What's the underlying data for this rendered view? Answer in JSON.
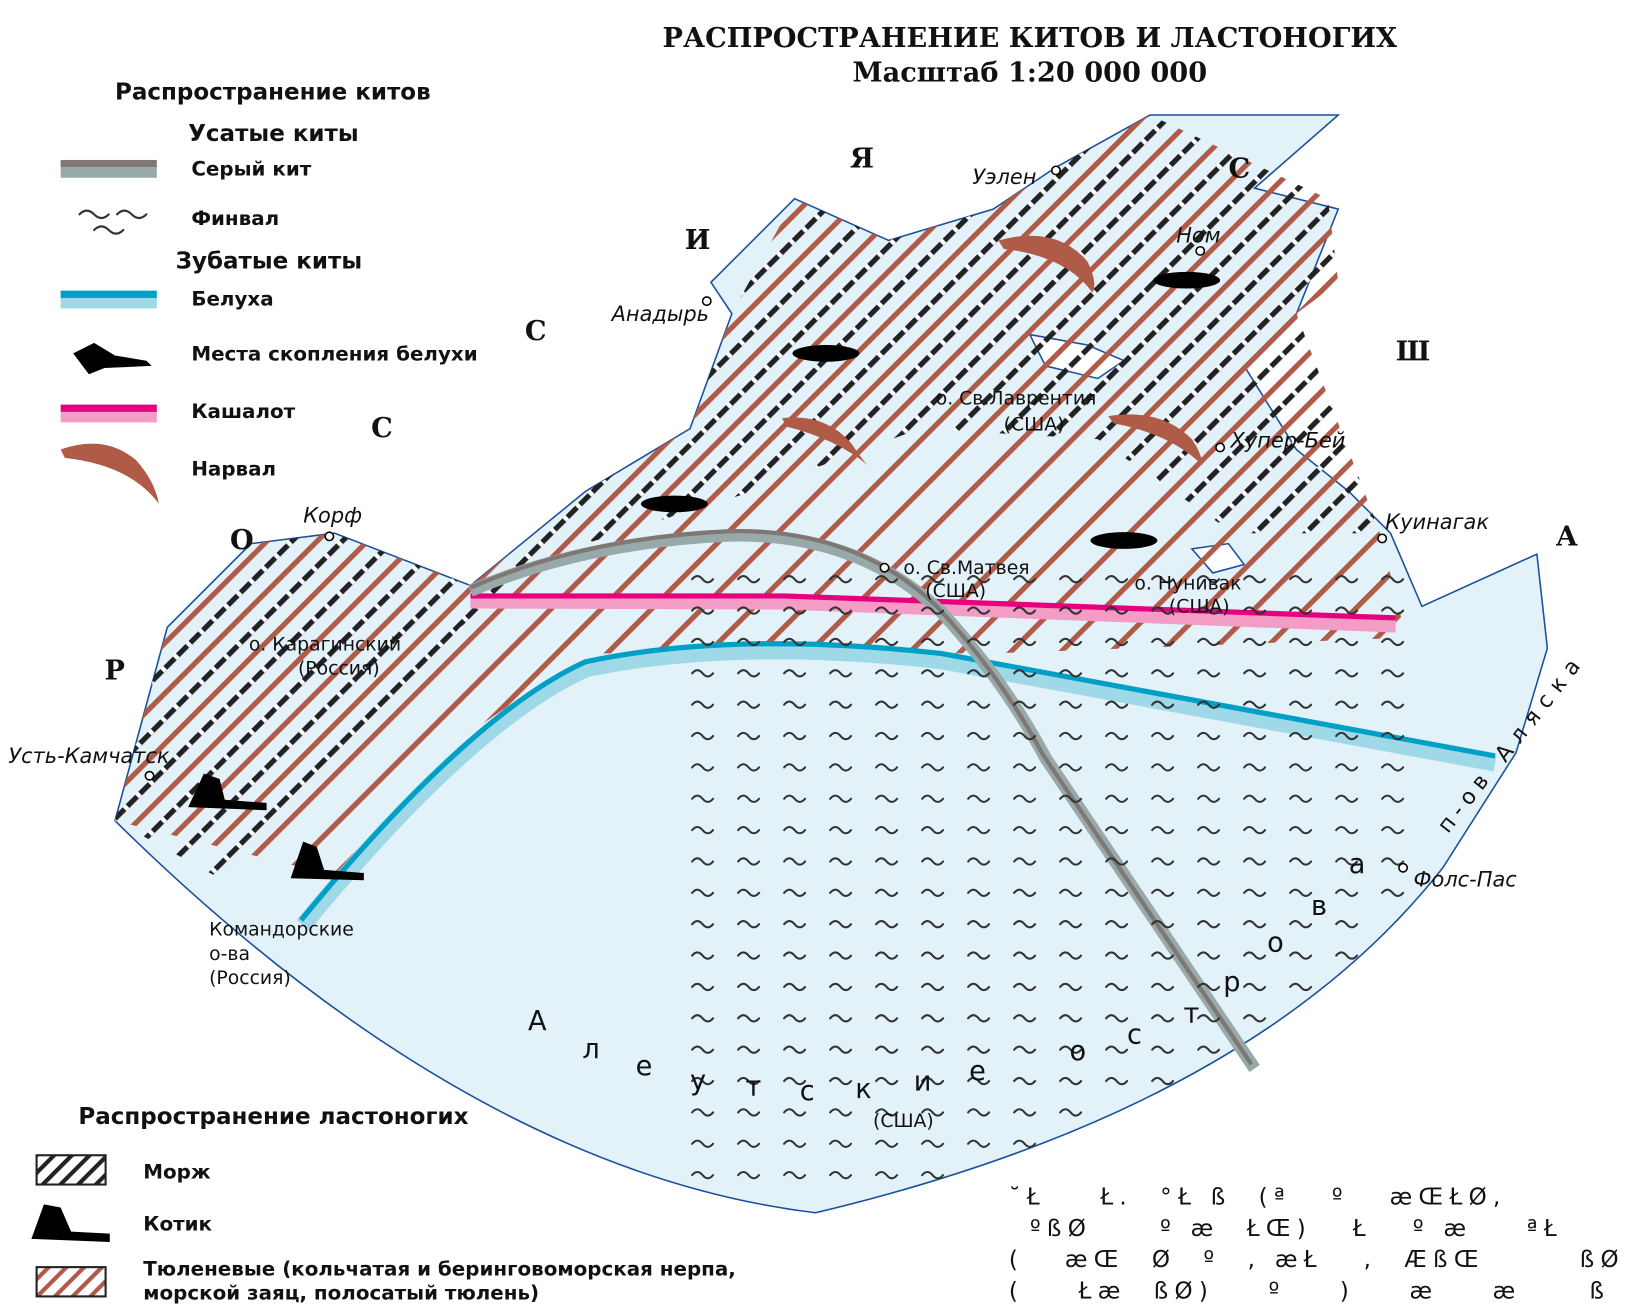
{
  "title": "РАСПРОСТРАНЕНИЕ КИТОВ И ЛАСТОНОГИХ",
  "scale": "Масштаб 1:20 000 000",
  "legend_whales": {
    "heading": "Распространение китов",
    "baleen_heading": "Усатые киты",
    "toothed_heading": "Зубатые киты",
    "items": [
      {
        "label": "Серый кит",
        "icon": "gray-whale-line",
        "colors": [
          "#7f7773",
          "#97a9a8"
        ]
      },
      {
        "label": "Финвал",
        "icon": "fin-whale-waves"
      },
      {
        "label": "Белуха",
        "icon": "beluga-line",
        "colors": [
          "#00a0c6",
          "#9fd9e8"
        ]
      },
      {
        "label": "Места скопления белухи",
        "icon": "beluga-icon"
      },
      {
        "label": "Кашалот",
        "icon": "sperm-whale-line",
        "colors": [
          "#e6007e",
          "#f29cc6"
        ]
      },
      {
        "label": "Нарвал",
        "icon": "narwhal-icon",
        "colors": [
          "#b05a48"
        ]
      }
    ]
  },
  "legend_pinnipeds": {
    "heading": "Распространение ластоногих",
    "items": [
      {
        "label": "Морж",
        "icon": "walrus-hatch"
      },
      {
        "label": "Котик",
        "icon": "fur-seal-icon"
      },
      {
        "label": "Тюленевые (кольчатая и беринговоморская нерпа,",
        "label2": "морской заяц, полосатый тюлень)",
        "icon": "seal-hatch"
      }
    ]
  },
  "places": {
    "uelen": "Уэлен",
    "nome": "Ном",
    "anadyr": "Анадырь",
    "lawrence": "о. Св.Лаврентия",
    "lawrence_usa": "(США)",
    "hooper": "Хупер-Бей",
    "kuinagak": "Куинагак",
    "korf": "Корф",
    "matvey": "о. Св.Матвея",
    "matvey_usa": "(США)",
    "nunivak": "о. Нунивак",
    "nunivak_usa": "(США)",
    "karaginsky": "о. Карагинский",
    "karaginsky_ru": "(Россия)",
    "ust": "Усть-Камчатск",
    "komandor1": "Командорские",
    "komandor2": "о-ва",
    "komandor3": "(Россия)",
    "fols": "Фолс-Пас",
    "aleut_usa": "(США)",
    "alaska": "Аляска",
    "peninsula": "п-ов"
  },
  "big_letters": {
    "russia": [
      "Р",
      "О",
      "С",
      "С",
      "И",
      "Я"
    ],
    "usa": [
      "С",
      "Ш",
      "А"
    ],
    "aleutian": [
      "А",
      "л",
      "е",
      "у",
      "т",
      "с",
      "к",
      "и",
      "е",
      "о",
      "с",
      "т",
      "р",
      "о",
      "в",
      "а"
    ]
  },
  "footer_text": [
    "˘Ł    Ł.  °Ł ß  (ª   º   æŒŁØ,",
    "ºßØ     º æ  ŁŒ)   Ł   º æ    ªŁ",
    "(   æŒ  Ø  º  , æŁ   ,  ÆßŒ       ßØ",
    "(    Łæ  ßØ)    º    )    æ    æ     ß"
  ],
  "colors": {
    "sea": "#e3f2f9",
    "coast": "#1a4f9c",
    "walrus": "#222",
    "seal": "#b05a48"
  }
}
